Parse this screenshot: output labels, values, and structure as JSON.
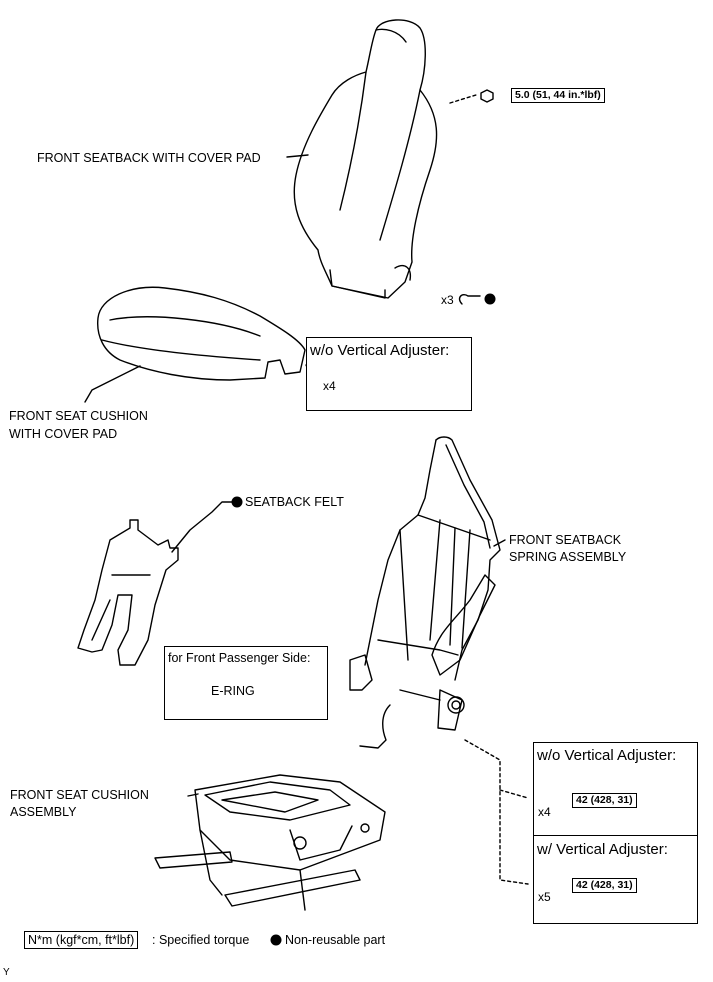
{
  "parts": {
    "seatback_cover": "FRONT SEATBACK WITH COVER PAD",
    "cushion_cover_l1": "FRONT SEAT CUSHION",
    "cushion_cover_l2": "WITH COVER PAD",
    "seatback_felt": "SEATBACK FELT",
    "spring_assy_l1": "FRONT SEATBACK",
    "spring_assy_l2": "SPRING ASSEMBLY",
    "cushion_assy_l1": "FRONT SEAT CUSHION",
    "cushion_assy_l2": "ASSEMBLY",
    "e_ring": "E-RING"
  },
  "torque_top": "5.0 (51, 44 in.*lbf)",
  "qty": {
    "x3": "x3",
    "x4_clip": "x4",
    "x4_bolt": "x4",
    "x5_bolt": "x5"
  },
  "boxes": {
    "wo_vertical_top": "w/o Vertical Adjuster:",
    "passenger_side": "for Front Passenger Side:",
    "wo_vertical_bottom": "w/o Vertical Adjuster:",
    "w_vertical_bottom": "w/ Vertical Adjuster:"
  },
  "torque_wo": "42 (428, 31)",
  "torque_w": "42 (428, 31)",
  "legend": {
    "unit": "N*m (kgf*cm, ft*lbf)",
    "specified": ": Specified torque",
    "non_reusable": "Non-reusable part"
  },
  "corner_mark": "Y"
}
